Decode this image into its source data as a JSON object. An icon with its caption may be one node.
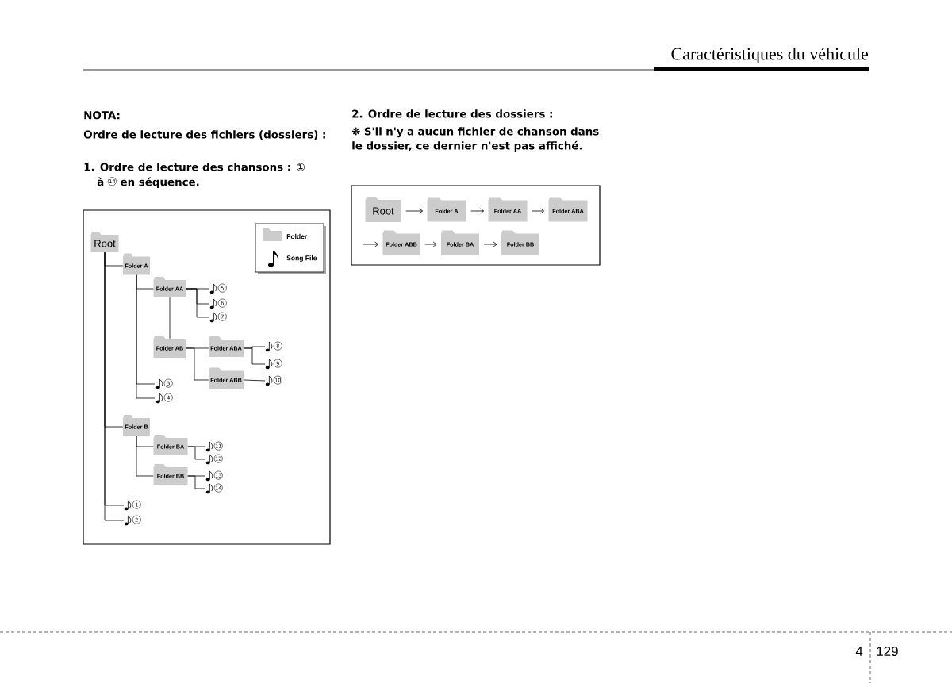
{
  "diagram": {
    "nodes": [
      {
        "text": [
          "Root"
        ]
      },
      {
        "text": [
          "Folder A"
        ]
      },
      {
        "text": [
          "Folder AA"
        ]
      },
      {
        "text": [
          "5"
        ]
      },
      {
        "text": [
          "6"
        ]
      },
      {
        "text": [
          "7"
        ]
      },
      {
        "text": [
          "Folder AB"
        ]
      },
      {
        "text": [
          "Folder ABA"
        ]
      },
      {
        "text": [
          "8"
        ]
      },
      {
        "text": [
          "9"
        ]
      },
      {
        "text": [
          "Folder ABB"
        ]
      },
      {
        "text": [
          "10"
        ]
      },
      {
        "text": [
          "3"
        ]
      },
      {
        "text": [
          "4"
        ]
      },
      {
        "text": [
          "Folder B"
        ]
      },
      {
        "text": [
          "Folder BA"
        ]
      },
      {
        "text": [
          "11"
        ]
      },
      {
        "text": [
          "12"
        ]
      },
      {
        "text": [
          "Folder BB"
        ]
      },
      {
        "text": [
          "13"
        ]
      },
      {
        "text": [
          "14"
        ]
      },
      {
        "text": [
          "1"
        ]
      },
      {
        "text": [
          "2"
        ]
      },
      {
        "text": [
          "Root"
        ]
      },
      {
        "text": [
          "Folder A"
        ]
      },
      {
        "text": [
          "Folder AA"
        ]
      },
      {
        "text": [
          "Folder ABA"
        ]
      },
      {
        "text": [
          "Folder ABB"
        ]
      },
      {
        "text": [
          "Folder BA"
        ]
      },
      {
        "text": [
          "Folder BB"
        ]
      }
    ],
    "edges": [
      {
        "from": 0,
        "to": 1,
        "arrow": "none"
      },
      {
        "from": 0,
        "to": 14,
        "arrow": "none"
      },
      {
        "from": 0,
        "to": 21,
        "arrow": "none"
      },
      {
        "from": 0,
        "to": 22,
        "arrow": "none"
      },
      {
        "from": 1,
        "to": 2,
        "arrow": "none"
      },
      {
        "from": 1,
        "to": 12,
        "arrow": "none"
      },
      {
        "from": 1,
        "to": 13,
        "arrow": "none"
      },
      {
        "from": 2,
        "to": 3,
        "arrow": "none"
      },
      {
        "from": 2,
        "to": 4,
        "arrow": "none"
      },
      {
        "from": 2,
        "to": 5,
        "arrow": "none"
      },
      {
        "from": 2,
        "to": 6,
        "arrow": "none"
      },
      {
        "from": 6,
        "to": 7,
        "arrow": "none"
      },
      {
        "from": 6,
        "to": 10,
        "arrow": "none"
      },
      {
        "from": 7,
        "to": 8,
        "arrow": "none"
      },
      {
        "from": 7,
        "to": 9,
        "arrow": "none"
      },
      {
        "from": 10,
        "to": 11,
        "arrow": "none"
      },
      {
        "from": 14,
        "to": 15,
        "arrow": "none"
      },
      {
        "from": 14,
        "to": 18,
        "arrow": "none"
      },
      {
        "from": 15,
        "to": 16,
        "arrow": "none"
      },
      {
        "from": 15,
        "to": 17,
        "arrow": "none"
      },
      {
        "from": 18,
        "to": 19,
        "arrow": "none"
      },
      {
        "from": 18,
        "to": 20,
        "arrow": "none"
      },
      {
        "from": 23,
        "to": 24,
        "arrow": "to"
      },
      {
        "from": 24,
        "to": 25,
        "arrow": "to"
      },
      {
        "from": 25,
        "to": 26,
        "arrow": "to"
      },
      {
        "from": null,
        "to": 27,
        "arrow": "to"
      },
      {
        "from": 27,
        "to": 28,
        "arrow": "to"
      },
      {
        "from": 28,
        "to": 29,
        "arrow": "to"
      }
    ],
    "labels": [
      "Caractéristiques du véhicule",
      "NOTA:",
      "Ordre de lecture des fichiers (dossiers) :",
      "1. Ordre de lecture des chansons : ①",
      "à",
      "14",
      "en séquence.",
      "2. Ordre de lecture des dossiers :",
      "❋ S'il n'y a aucun fichier de chanson dans le dossier, ce dernier n'est pas affiché.",
      "4",
      "129"
    ],
    "legend": [
      {
        "text": "Folder"
      },
      {
        "text": "Song File"
      }
    ]
  }
}
